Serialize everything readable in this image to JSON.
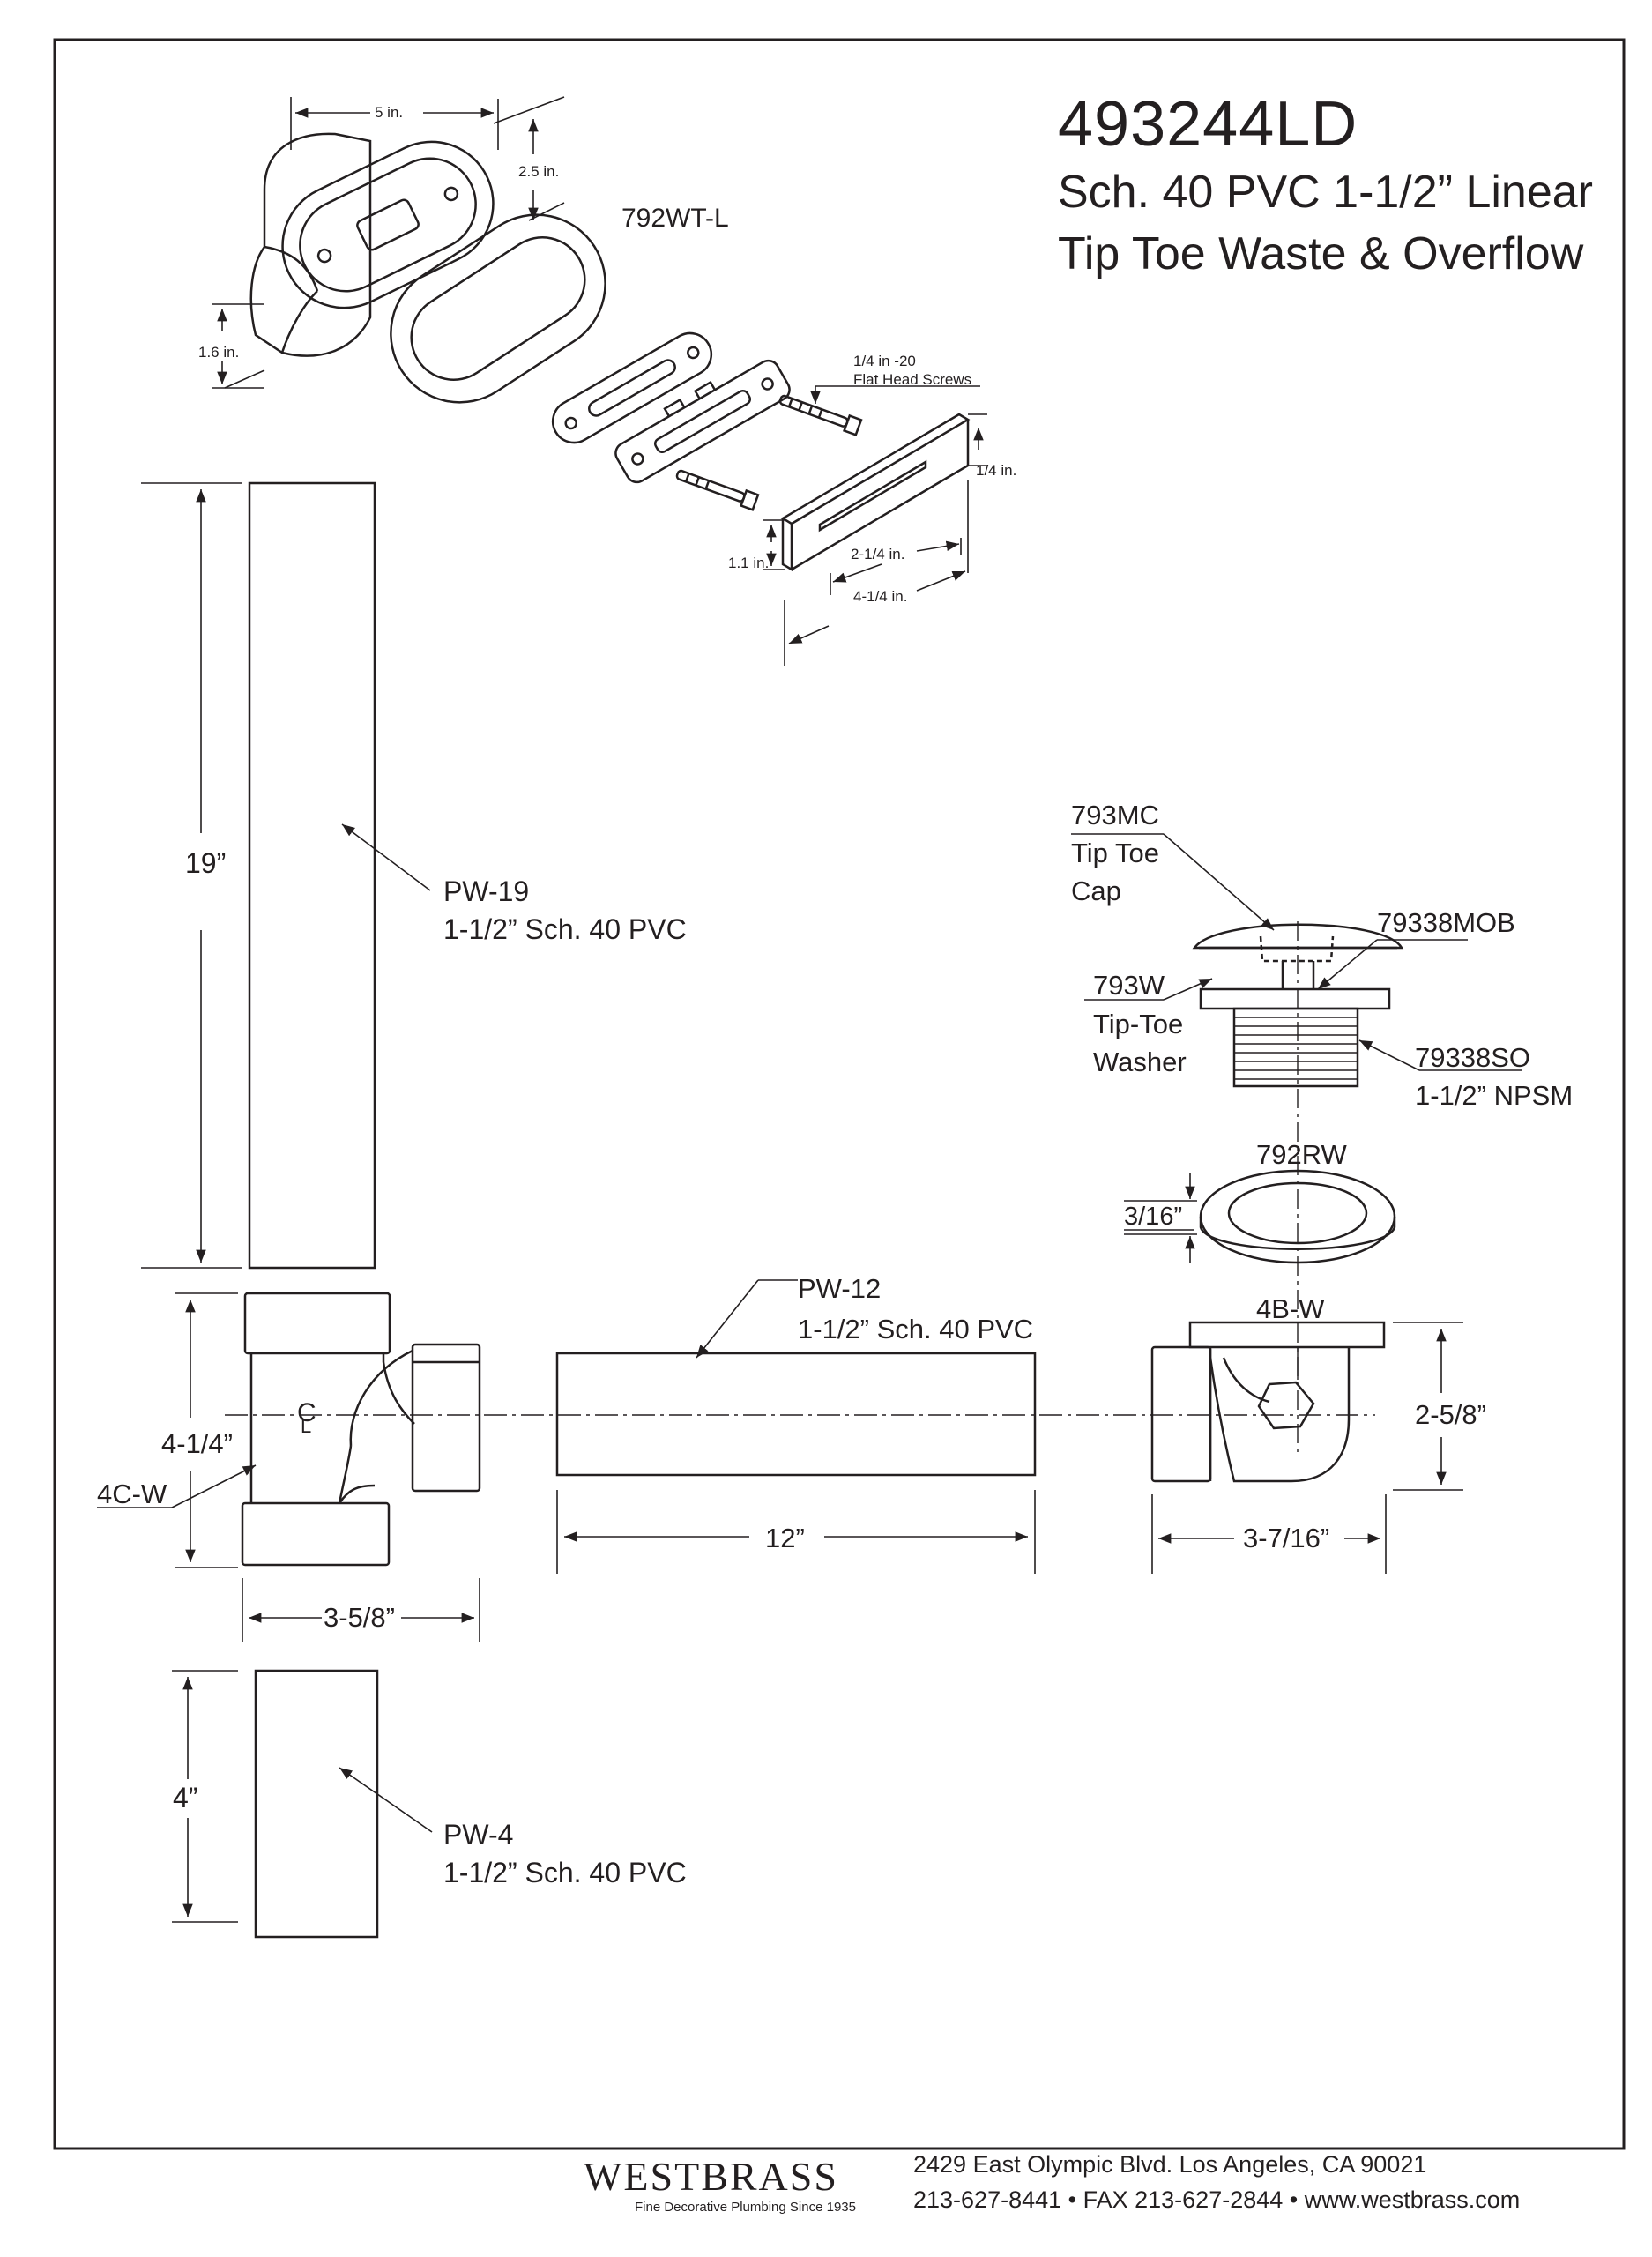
{
  "header": {
    "model": "493244LD",
    "line1": "Sch. 40 PVC 1-1/2” Linear",
    "line2": "Tip Toe Waste & Overflow"
  },
  "overflow_assembly": {
    "part": "792WT-L",
    "dim_width": "5 in.",
    "dim_height": "2.5 in.",
    "dim_depth": "1.6 in.",
    "screw_label_1": "1/4 in -20",
    "screw_label_2": "Flat Head Screws",
    "plate_thickness": "1/4 in.",
    "plate_height": "1.1 in.",
    "slot_length": "2-1/4 in.",
    "plate_length": "4-1/4 in."
  },
  "pipe_19": {
    "dim": "19”",
    "part": "PW-19",
    "desc": "1-1/2” Sch. 40 PVC"
  },
  "drain_assembly": {
    "cap_part": "793MC",
    "cap_desc_1": "Tip Toe",
    "cap_desc_2": "Cap",
    "body_part": "79338MOB",
    "washer_part": "793W",
    "washer_desc_1": "Tip-Toe",
    "washer_desc_2": "Washer",
    "shoe_part": "79338SO",
    "shoe_desc": "1-1/2” NPSM",
    "rubber_washer": "792RW",
    "rubber_thickness": "3/16”"
  },
  "tee": {
    "part": "4C-W",
    "height": "4-1/4”",
    "width": "3-5/8”",
    "centerline": "CL"
  },
  "pipe_12": {
    "part": "PW-12",
    "desc": "1-1/2” Sch. 40 PVC",
    "dim": "12”"
  },
  "drain_ell": {
    "part": "4B-W",
    "height": "2-5/8”",
    "width": "3-7/16”"
  },
  "pipe_4": {
    "dim": "4”",
    "part": "PW-4",
    "desc": "1-1/2” Sch. 40 PVC"
  },
  "footer": {
    "brand": "WESTBRASS",
    "tagline": "Fine Decorative Plumbing Since 1935",
    "address": "2429 East Olympic Blvd. Los Angeles, CA  90021",
    "contact": "213-627-8441 • FAX 213-627-2844 • www.westbrass.com"
  }
}
